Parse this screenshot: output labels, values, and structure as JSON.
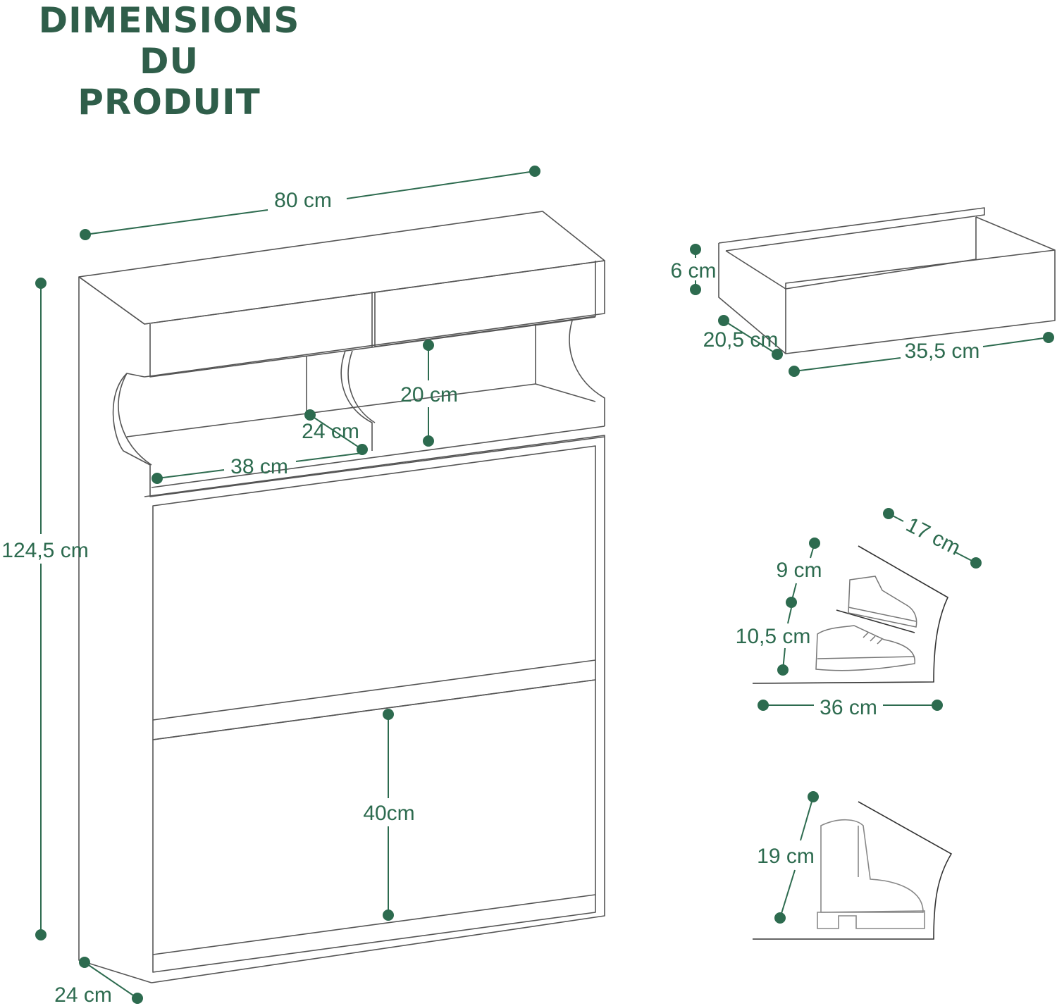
{
  "title": {
    "line1": "DIMENSIONS DU",
    "line2": "PRODUIT"
  },
  "colors": {
    "accent": "#2d6b4f",
    "title": "#2f5e4a",
    "outline": "#555555"
  },
  "dimensions": {
    "total_width": "80 cm",
    "total_height": "124,5 cm",
    "depth": "24 cm",
    "niche_height": "20 cm",
    "niche_depth": "24 cm",
    "niche_width": "38 cm",
    "compartment_height": "40cm",
    "drawer_height": "6 cm",
    "drawer_depth": "20,5 cm",
    "drawer_width": "35,5 cm",
    "shoe_height_top": "9 cm",
    "shoe_height_bottom": "10,5 cm",
    "shelf_depth": "17 cm",
    "shoe_length": "36 cm",
    "boot_height": "19 cm"
  }
}
